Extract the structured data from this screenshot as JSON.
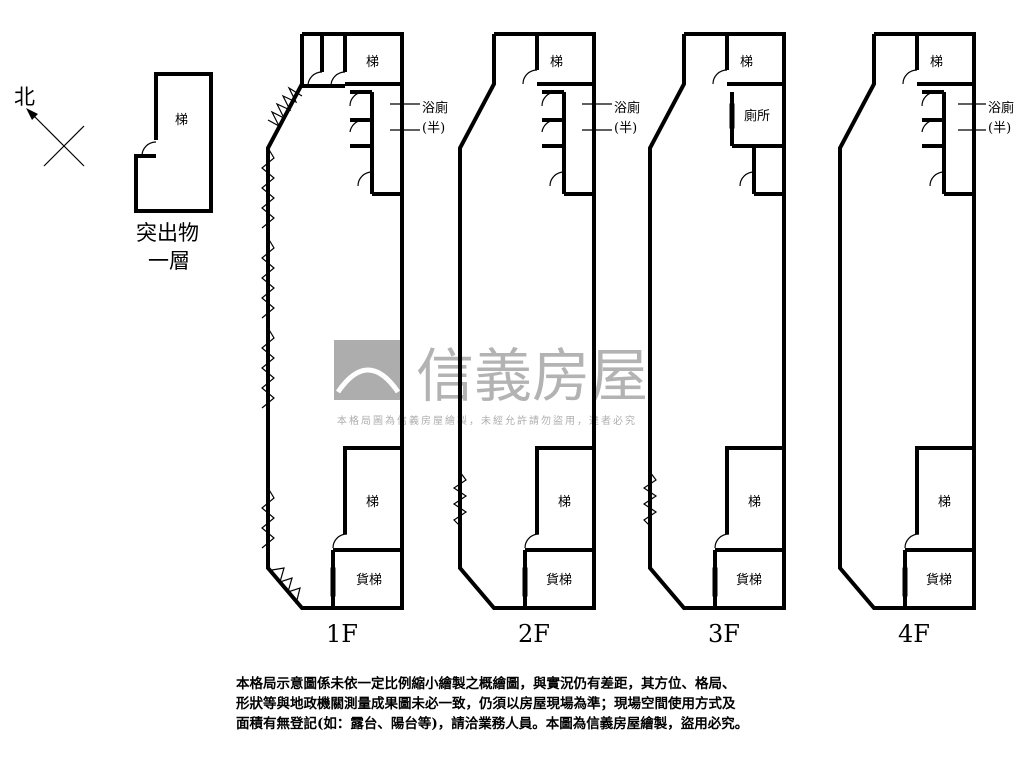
{
  "compass": {
    "north_label": "北"
  },
  "annex": {
    "stair_label": "梯",
    "title_line1": "突出物",
    "title_line2": "一層"
  },
  "labels": {
    "stair": "梯",
    "bath": "浴廁",
    "half": "(半)",
    "toilet": "廁所",
    "freight": "貨梯"
  },
  "floors": [
    "1F",
    "2F",
    "3F",
    "4F"
  ],
  "watermark": {
    "brand": "信義房屋",
    "notice": "本格局圖為信義房屋繪製，未經允許請勿盜用，違者必究"
  },
  "disclaimer": {
    "line1": "本格局示意圖係未依一定比例縮小繪製之概繪圖，與實況仍有差距，其方位、格局、",
    "line2": "形狀等與地政機關測量成果圖未必一致，仍須以房屋現場為準；現場空間使用方式及",
    "line3": "面積有無登記(如：露台、陽台等)，請洽業務人員。本圖為信義房屋繪製，盜用必究。"
  }
}
